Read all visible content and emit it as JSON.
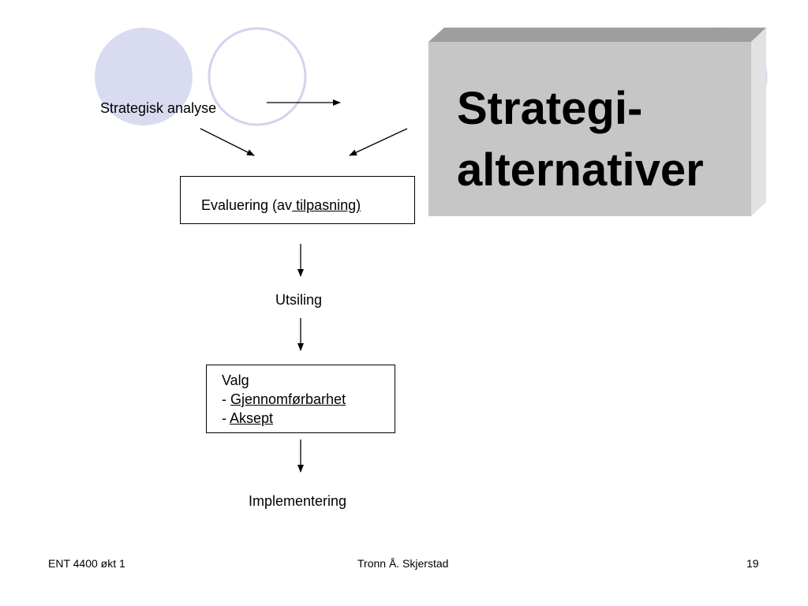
{
  "title": {
    "line1": "Strategi-",
    "line2": "alternativer"
  },
  "diagram": {
    "strategic_analysis": "Strategisk analyse",
    "evaluation": {
      "prefix": "Evaluering (av",
      "underlined": " tilpasning)"
    },
    "screening": "Utsiling",
    "choice": {
      "heading": "Valg",
      "items": [
        {
          "bullet": "- ",
          "text": "Gjennomførbarhet"
        },
        {
          "bullet": "- ",
          "text": "Aksept"
        }
      ]
    },
    "implementation": "Implementering"
  },
  "footer": {
    "course": "ENT 4400 økt 1",
    "author": "Tronn Å. Skjerstad",
    "page_number": "19"
  },
  "colors": {
    "circle_fill": "#d9dbf1",
    "circle_stroke": "#d2d4ee",
    "title_face": "#c6c6c6",
    "title_top": "#9e9e9e",
    "title_side": "#e2e2e2"
  }
}
